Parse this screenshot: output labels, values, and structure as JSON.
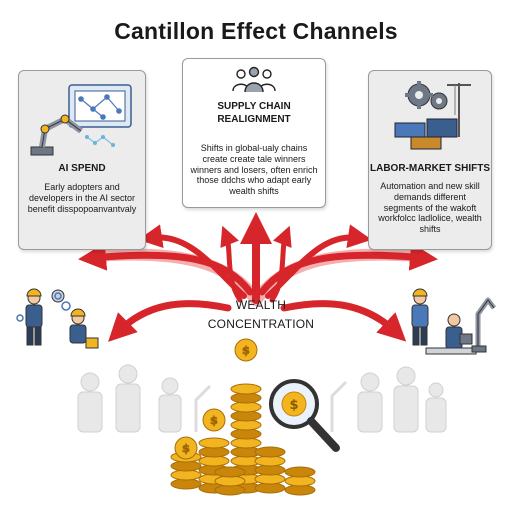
{
  "title": "Cantillon Effect Channels",
  "center_label": [
    "WEALTH",
    "CONCENTRATION"
  ],
  "cards": {
    "ai_spend": {
      "title": "AI SPEND",
      "body": "Early adopters and developers in the AI sector benefit disspopoanvantvaly"
    },
    "supply_chain": {
      "title_lines": [
        "SUPPLY CHAIN",
        "REALIGNMENT"
      ],
      "body": "Shifts in global-ualy chains create create tale winners winners and losers, often enrich those ddchs who adapt early wealth shifts"
    },
    "labor_market": {
      "title": "LABOR-MARKET SHIFTS",
      "body": "Automation and new skill demands different segments of the wakoft workfolcc ladlolice, wealth shifts"
    }
  },
  "colors": {
    "arrow": "#d7262b",
    "arrow_light": "#f4b0b0",
    "coin": "#f2b520",
    "coin_dark": "#c9860b",
    "card_gray": "#ececec",
    "accent_blue": "#4a78b8"
  },
  "icons": {
    "ai_spend": "robot-arm-network-icon",
    "supply_chain": "people-group-icon",
    "labor_market": "gears-containers-icon",
    "center": "coin-stacks-magnifier-icon"
  }
}
